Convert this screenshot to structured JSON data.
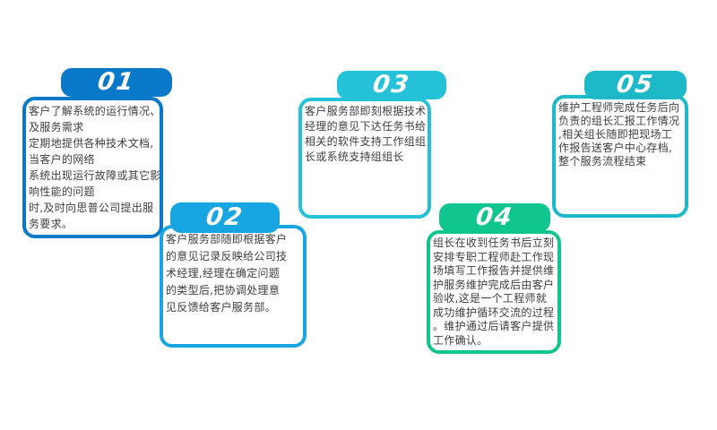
{
  "page": {
    "background": "#ffffff"
  },
  "steps": [
    {
      "number": "01",
      "accent": "#0b79c9",
      "text": "客户了解系统的运行情况、\n及服务需求\n定期地提供各种技术文档,\n当客户的网络\n系统出现运行故障或其它影\n响性能的问题\n时,及时向思普公司提出服\n务要求。"
    },
    {
      "number": "02",
      "accent": "#18a6e2",
      "text": "客户服务部随即根据客户\n的意见记录反映给公司技\n术经理,经理在确定问题\n的类型后,把协调处理意\n见反馈给客户服务部。"
    },
    {
      "number": "03",
      "accent": "#25c1d8",
      "text": "客户服务部即刻根据技术\n经理的意见下达任务书给\n相关的软件支持工作组组\n长或系统支持组组长"
    },
    {
      "number": "04",
      "accent": "#11c58e",
      "text": "组长在收到任务书后立刻\n安排专职工程师赴工作现\n场填写工作报告并提供维\n护服务维护完成后由客户\n验收,这是一个工程师就\n成功维护循环交流的过程\n。维护通过后请客户提供\n工作确认。"
    },
    {
      "number": "05",
      "accent": "#1db9c9",
      "text": "维护工程师完成任务后向\n负责的组长汇报工作情况\n,相关组长随即把现场工\n作报告送客户中心存档,\n整个服务流程结束"
    }
  ]
}
